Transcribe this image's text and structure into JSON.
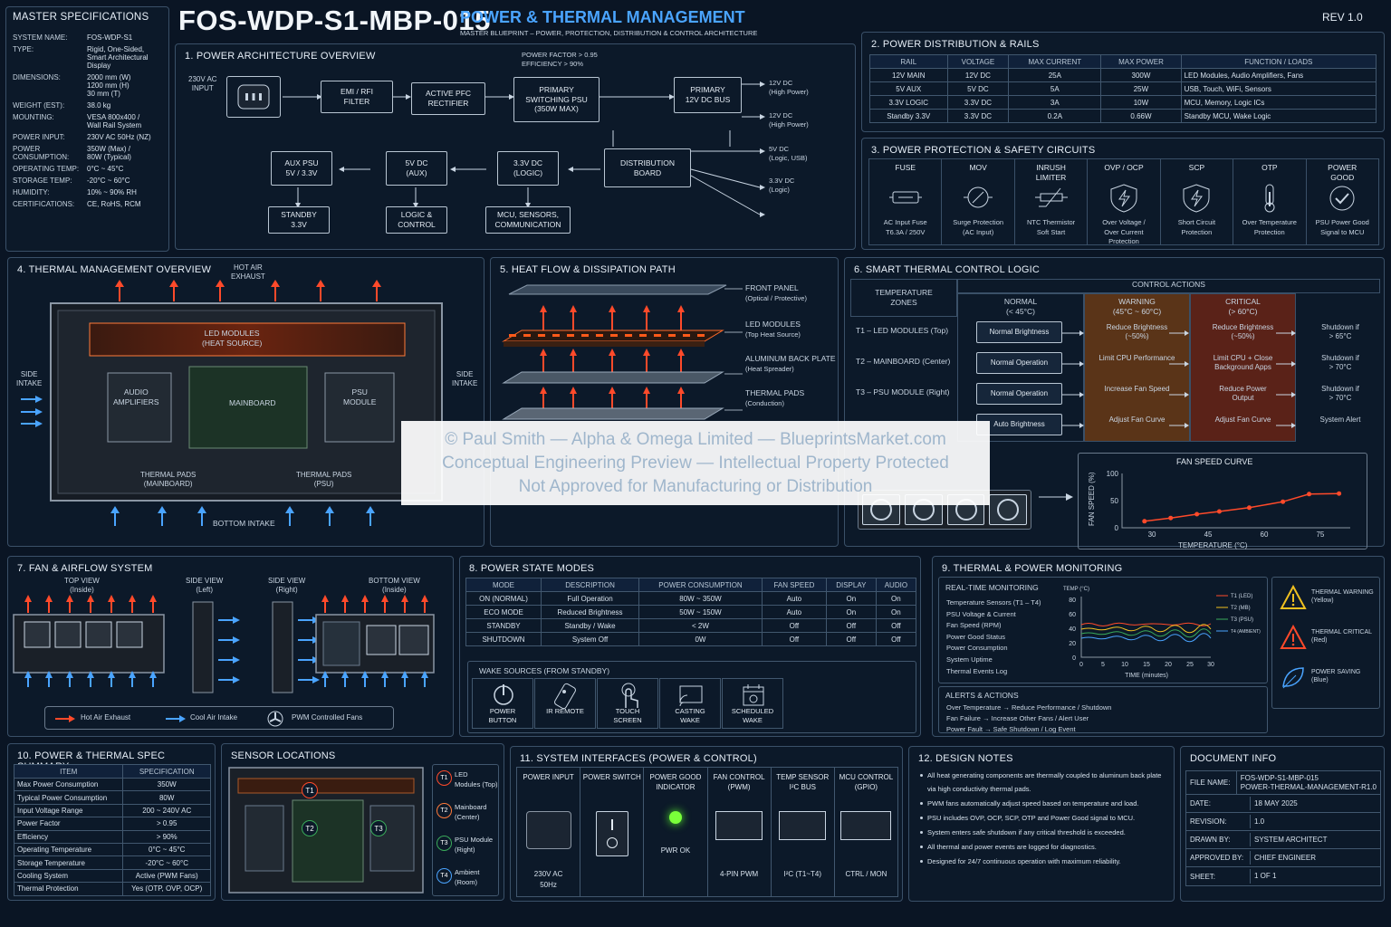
{
  "header": {
    "title": "FOS-WDP-S1-MBP-015",
    "subtitle": "POWER & THERMAL MANAGEMENT",
    "tagline": "MASTER BLUEPRINT – POWER, PROTECTION, DISTRIBUTION & CONTROL ARCHITECTURE",
    "rev": "REV 1.0"
  },
  "master": {
    "title": "MASTER SPECIFICATIONS",
    "rows": [
      {
        "k": "SYSTEM NAME:",
        "v": "FOS-WDP-S1"
      },
      {
        "k": "TYPE:",
        "v": "Rigid, One-Sided, Smart Architectural Display"
      },
      {
        "k": "DIMENSIONS:",
        "v": "2000 mm (W)\n1200 mm (H)\n30 mm (T)"
      },
      {
        "k": "WEIGHT (EST):",
        "v": "38.0 kg"
      },
      {
        "k": "MOUNTING:",
        "v": "VESA 800x400 /\nWall Rail System"
      },
      {
        "k": "POWER INPUT:",
        "v": "230V AC 50Hz (NZ)"
      },
      {
        "k": "POWER CONSUMPTION:",
        "v": "350W (Max) /\n80W (Typical)"
      },
      {
        "k": "OPERATING TEMP:",
        "v": "0°C ~ 45°C"
      },
      {
        "k": "STORAGE TEMP:",
        "v": "-20°C ~ 60°C"
      },
      {
        "k": "HUMIDITY:",
        "v": "10% ~ 90% RH"
      },
      {
        "k": "CERTIFICATIONS:",
        "v": "CE, RoHS, RCM"
      }
    ]
  },
  "arch": {
    "title": "1. POWER ARCHITECTURE OVERVIEW",
    "input": "230V AC\nINPUT",
    "emi": "EMI / RFI\nFILTER",
    "pfc": "ACTIVE PFC\nRECTIFIER",
    "psu": "PRIMARY\nSWITCHING PSU\n(350W MAX)",
    "pf": "POWER FACTOR > 0.95\nEFFICIENCY > 90%",
    "bus": "PRIMARY\n12V DC BUS",
    "dist": "DISTRIBUTION\nBOARD",
    "aux": "AUX PSU\n5V / 3.3V",
    "v5": "5V DC\n(AUX)",
    "v33": "3.3V DC\n(LOGIC)",
    "standby": "STANDBY\n3.3V",
    "logic": "LOGIC &\nCONTROL",
    "mcu": "MCU, SENSORS,\nCOMMUNICATION",
    "outs": [
      "12V DC\n(High Power)",
      "12V DC\n(High Power)",
      "5V DC\n(Logic, USB)",
      "3.3V DC\n(Logic)"
    ]
  },
  "rails": {
    "title": "2. POWER DISTRIBUTION & RAILS",
    "headers": [
      "RAIL",
      "VOLTAGE",
      "MAX CURRENT",
      "MAX POWER",
      "FUNCTION / LOADS"
    ],
    "rows": [
      [
        "12V MAIN",
        "12V DC",
        "25A",
        "300W",
        "LED Modules, Audio Amplifiers, Fans"
      ],
      [
        "5V AUX",
        "5V DC",
        "5A",
        "25W",
        "USB, Touch, WiFi, Sensors"
      ],
      [
        "3.3V LOGIC",
        "3.3V DC",
        "3A",
        "10W",
        "MCU, Memory, Logic ICs"
      ],
      [
        "Standby 3.3V",
        "3.3V DC",
        "0.2A",
        "0.66W",
        "Standby MCU, Wake Logic"
      ]
    ]
  },
  "protect": {
    "title": "3. POWER PROTECTION & SAFETY CIRCUITS",
    "items": [
      {
        "name": "FUSE",
        "desc": "AC Input Fuse\nT6.3A / 250V",
        "icon": "fuse-icon"
      },
      {
        "name": "MOV",
        "desc": "Surge Protection\n(AC Input)",
        "icon": "mov-icon"
      },
      {
        "name": "INRUSH\nLIMITER",
        "desc": "NTC Thermistor\nSoft Start",
        "icon": "thermistor-icon"
      },
      {
        "name": "OVP / OCP",
        "desc": "Over Voltage /\nOver Current\nProtection",
        "icon": "shield-bolt-icon"
      },
      {
        "name": "SCP",
        "desc": "Short Circuit\nProtection",
        "icon": "shield-bolt-icon"
      },
      {
        "name": "OTP",
        "desc": "Over Temperature\nProtection",
        "icon": "thermometer-icon"
      },
      {
        "name": "POWER\nGOOD",
        "desc": "PSU Power Good\nSignal to MCU",
        "icon": "check-circle-icon"
      }
    ]
  },
  "thermal": {
    "title": "4. THERMAL MANAGEMENT OVERVIEW",
    "exhaust": "HOT AIR\nEXHAUST",
    "side_l": "SIDE\nINTAKE",
    "side_r": "SIDE\nINTAKE",
    "led": "LED MODULES\n(HEAT SOURCE)",
    "audio": "AUDIO\nAMPLIFIERS",
    "main": "MAINBOARD",
    "psu": "PSU\nMODULE",
    "pads_mb": "THERMAL PADS\n(MAINBOARD)",
    "pads_psu": "THERMAL PADS\n(PSU)",
    "bottom": "BOTTOM INTAKE"
  },
  "heat": {
    "title": "5. HEAT FLOW & DISSIPATION PATH",
    "layers": [
      {
        "name": "FRONT PANEL",
        "sub": "(Optical / Protective)"
      },
      {
        "name": "LED MODULES",
        "sub": "(Top Heat Source)"
      },
      {
        "name": "ALUMINUM BACK PLATE",
        "sub": "(Heat Spreader)"
      },
      {
        "name": "THERMAL PADS",
        "sub": "(Conduction)"
      }
    ]
  },
  "logic": {
    "title": "6. SMART THERMAL CONTROL LOGIC",
    "zones_hdr": "TEMPERATURE\nZONES",
    "actions_hdr": "CONTROL ACTIONS",
    "normal": "NORMAL\n(< 45°C)",
    "warning": "WARNING\n(45°C ~ 60°C)",
    "critical": "CRITICAL\n(> 60°C)",
    "rows": [
      {
        "zone": "T1 – LED MODULES (Top)",
        "n": "Normal Brightness",
        "w": "Reduce Brightness\n(~50%)",
        "c": "Reduce Brightness\n(~50%)",
        "s": "Shutdown if\n> 65°C"
      },
      {
        "zone": "T2 – MAINBOARD (Center)",
        "n": "Normal Operation",
        "w": "Limit CPU Performance",
        "c": "Limit CPU + Close\nBackground Apps",
        "s": "Shutdown if\n> 70°C"
      },
      {
        "zone": "T3 – PSU MODULE (Right)",
        "n": "Normal Operation",
        "w": "Increase Fan Speed",
        "c": "Reduce Power\nOutput",
        "s": "Shutdown if\n> 70°C"
      },
      {
        "zone": "",
        "n": "Auto Brightness",
        "w": "Adjust Fan Curve",
        "c": "Adjust Fan Curve",
        "s": "System Alert"
      }
    ]
  },
  "fan_curve": {
    "title": "FAN SPEED CURVE"
  },
  "chart_data": {
    "type": "line",
    "title": "FAN SPEED CURVE",
    "xlabel": "TEMPERATURE (°C)",
    "ylabel": "FAN SPEED (%)",
    "x": [
      28,
      35,
      42,
      48,
      56,
      65,
      72,
      80
    ],
    "values": [
      12,
      18,
      25,
      30,
      37,
      48,
      62,
      63
    ],
    "xlim": [
      22,
      83
    ],
    "ylim": [
      0,
      100
    ],
    "xticks": [
      30,
      45,
      60,
      75
    ],
    "yticks": [
      0,
      50,
      100
    ]
  },
  "fans": {
    "title": "7. FAN & AIRFLOW SYSTEM",
    "top": "TOP VIEW\n(Inside)",
    "left": "SIDE VIEW\n(Left)",
    "right": "SIDE VIEW\n(Right)",
    "bottom": "BOTTOM VIEW\n(Inside)",
    "legend": [
      "Hot Air Exhaust",
      "Cool Air Intake",
      "PWM Controlled Fans"
    ]
  },
  "modes": {
    "title": "8. POWER STATE MODES",
    "headers": [
      "MODE",
      "DESCRIPTION",
      "POWER CONSUMPTION",
      "FAN SPEED",
      "DISPLAY",
      "AUDIO"
    ],
    "rows": [
      [
        "ON (NORMAL)",
        "Full Operation",
        "80W ~ 350W",
        "Auto",
        "On",
        "On"
      ],
      [
        "ECO MODE",
        "Reduced Brightness",
        "50W ~ 150W",
        "Auto",
        "On",
        "On"
      ],
      [
        "STANDBY",
        "Standby / Wake",
        "< 2W",
        "Off",
        "Off",
        "Off"
      ],
      [
        "SHUTDOWN",
        "System Off",
        "0W",
        "Off",
        "Off",
        "Off"
      ]
    ],
    "wake_title": "WAKE SOURCES (FROM STANDBY)",
    "wake": [
      {
        "label": "POWER\nBUTTON",
        "icon": "power-icon"
      },
      {
        "label": "IR REMOTE",
        "icon": "remote-icon"
      },
      {
        "label": "TOUCH\nSCREEN",
        "icon": "touch-icon"
      },
      {
        "label": "CASTING\nWAKE",
        "icon": "cast-icon"
      },
      {
        "label": "SCHEDULED\nWAKE",
        "icon": "calendar-icon"
      }
    ]
  },
  "monitor": {
    "title": "9. THERMAL & POWER MONITORING",
    "rt": "REAL-TIME MONITORING",
    "items": [
      "Temperature Sensors (T1 – T4)",
      "PSU Voltage & Current",
      "Fan Speed (RPM)",
      "Power Good Status",
      "Power Consumption",
      "System Uptime",
      "Thermal Events Log"
    ],
    "temp": "TEMP (°C)",
    "time": "TIME (minutes)",
    "legend": [
      "T1 (LED)",
      "T2 (MB)",
      "T3 (PSU)",
      "T4 (AMBIENT)"
    ],
    "alerts_title": "ALERTS & ACTIONS",
    "alerts": [
      "Over Temperature → Reduce Performance / Shutdown",
      "Fan Failure → Increase Other Fans / Alert User",
      "Power Fault → Safe Shutdown / Log Event"
    ],
    "warn": "THERMAL WARNING\n(Yellow)",
    "crit": "THERMAL CRITICAL\n(Red)",
    "save": "POWER SAVING\n(Blue)",
    "xt": [
      "0",
      "5",
      "10",
      "15",
      "20",
      "25",
      "30"
    ],
    "yt": [
      "80",
      "60",
      "40",
      "20",
      "0"
    ]
  },
  "summary": {
    "title": "10. POWER & THERMAL SPEC SUMMARY",
    "headers": [
      "ITEM",
      "SPECIFICATION"
    ],
    "rows": [
      [
        "Max Power Consumption",
        "350W"
      ],
      [
        "Typical Power Consumption",
        "80W"
      ],
      [
        "Input Voltage Range",
        "200 ~ 240V AC"
      ],
      [
        "Power Factor",
        "> 0.95"
      ],
      [
        "Efficiency",
        "> 90%"
      ],
      [
        "Operating Temperature",
        "0°C ~ 45°C"
      ],
      [
        "Storage Temperature",
        "-20°C ~ 60°C"
      ],
      [
        "Cooling System",
        "Active (PWM Fans)"
      ],
      [
        "Thermal Protection",
        "Yes (OTP, OVP, OCP)"
      ]
    ]
  },
  "sensors": {
    "title": "SENSOR LOCATIONS",
    "items": [
      {
        "id": "T1",
        "label": "LED\nModules (Top)"
      },
      {
        "id": "T2",
        "label": "Mainboard\n(Center)"
      },
      {
        "id": "T3",
        "label": "PSU Module\n(Right)"
      },
      {
        "id": "T4",
        "label": "Ambient\n(Room)"
      }
    ]
  },
  "ifaces": {
    "title": "11. SYSTEM INTERFACES (POWER & CONTROL)",
    "items": [
      {
        "h": "POWER INPUT",
        "f": "230V AC\n50Hz"
      },
      {
        "h": "POWER SWITCH",
        "f": ""
      },
      {
        "h": "POWER GOOD\nINDICATOR",
        "f": "PWR OK"
      },
      {
        "h": "FAN CONTROL\n(PWM)",
        "f": "4-PIN PWM"
      },
      {
        "h": "TEMP SENSOR\nI²C BUS",
        "f": "I²C (T1~T4)"
      },
      {
        "h": "MCU CONTROL\n(GPIO)",
        "f": "CTRL / MON"
      }
    ]
  },
  "notes": {
    "title": "12. DESIGN NOTES",
    "items": [
      "All heat generating components are thermally coupled to aluminum back plate via high conductivity thermal pads.",
      "PWM fans automatically adjust speed based on temperature and load.",
      "PSU includes OVP, OCP, SCP, OTP and Power Good signal to MCU.",
      "System enters safe shutdown if any critical threshold is exceeded.",
      "All thermal and power events are logged for diagnostics.",
      "Designed for 24/7 continuous operation with maximum reliability."
    ]
  },
  "doc": {
    "title": "DOCUMENT INFO",
    "rows": [
      [
        "FILE NAME:",
        "FOS-WDP-S1-MBP-015\nPOWER-THERMAL-MANAGEMENT-R1.0"
      ],
      [
        "DATE:",
        "18 MAY 2025"
      ],
      [
        "REVISION:",
        "1.0"
      ],
      [
        "DRAWN BY:",
        "SYSTEM ARCHITECT"
      ],
      [
        "APPROVED BY:",
        "CHIEF ENGINEER"
      ],
      [
        "SHEET:",
        "1 OF 1"
      ]
    ]
  },
  "watermark": [
    "© Paul Smith — Alpha & Omega Limited — BlueprintsMarket.com",
    "Conceptual Engineering Preview — Intellectual Property Protected",
    "Not Approved for Manufacturing or Distribution"
  ],
  "colors": {
    "bg": "#0a1524",
    "line": "#3a5068",
    "red": "#ff5a3a",
    "blue": "#4aa4ff",
    "warning": "#7a4a1c",
    "critical": "#7a2a20"
  }
}
